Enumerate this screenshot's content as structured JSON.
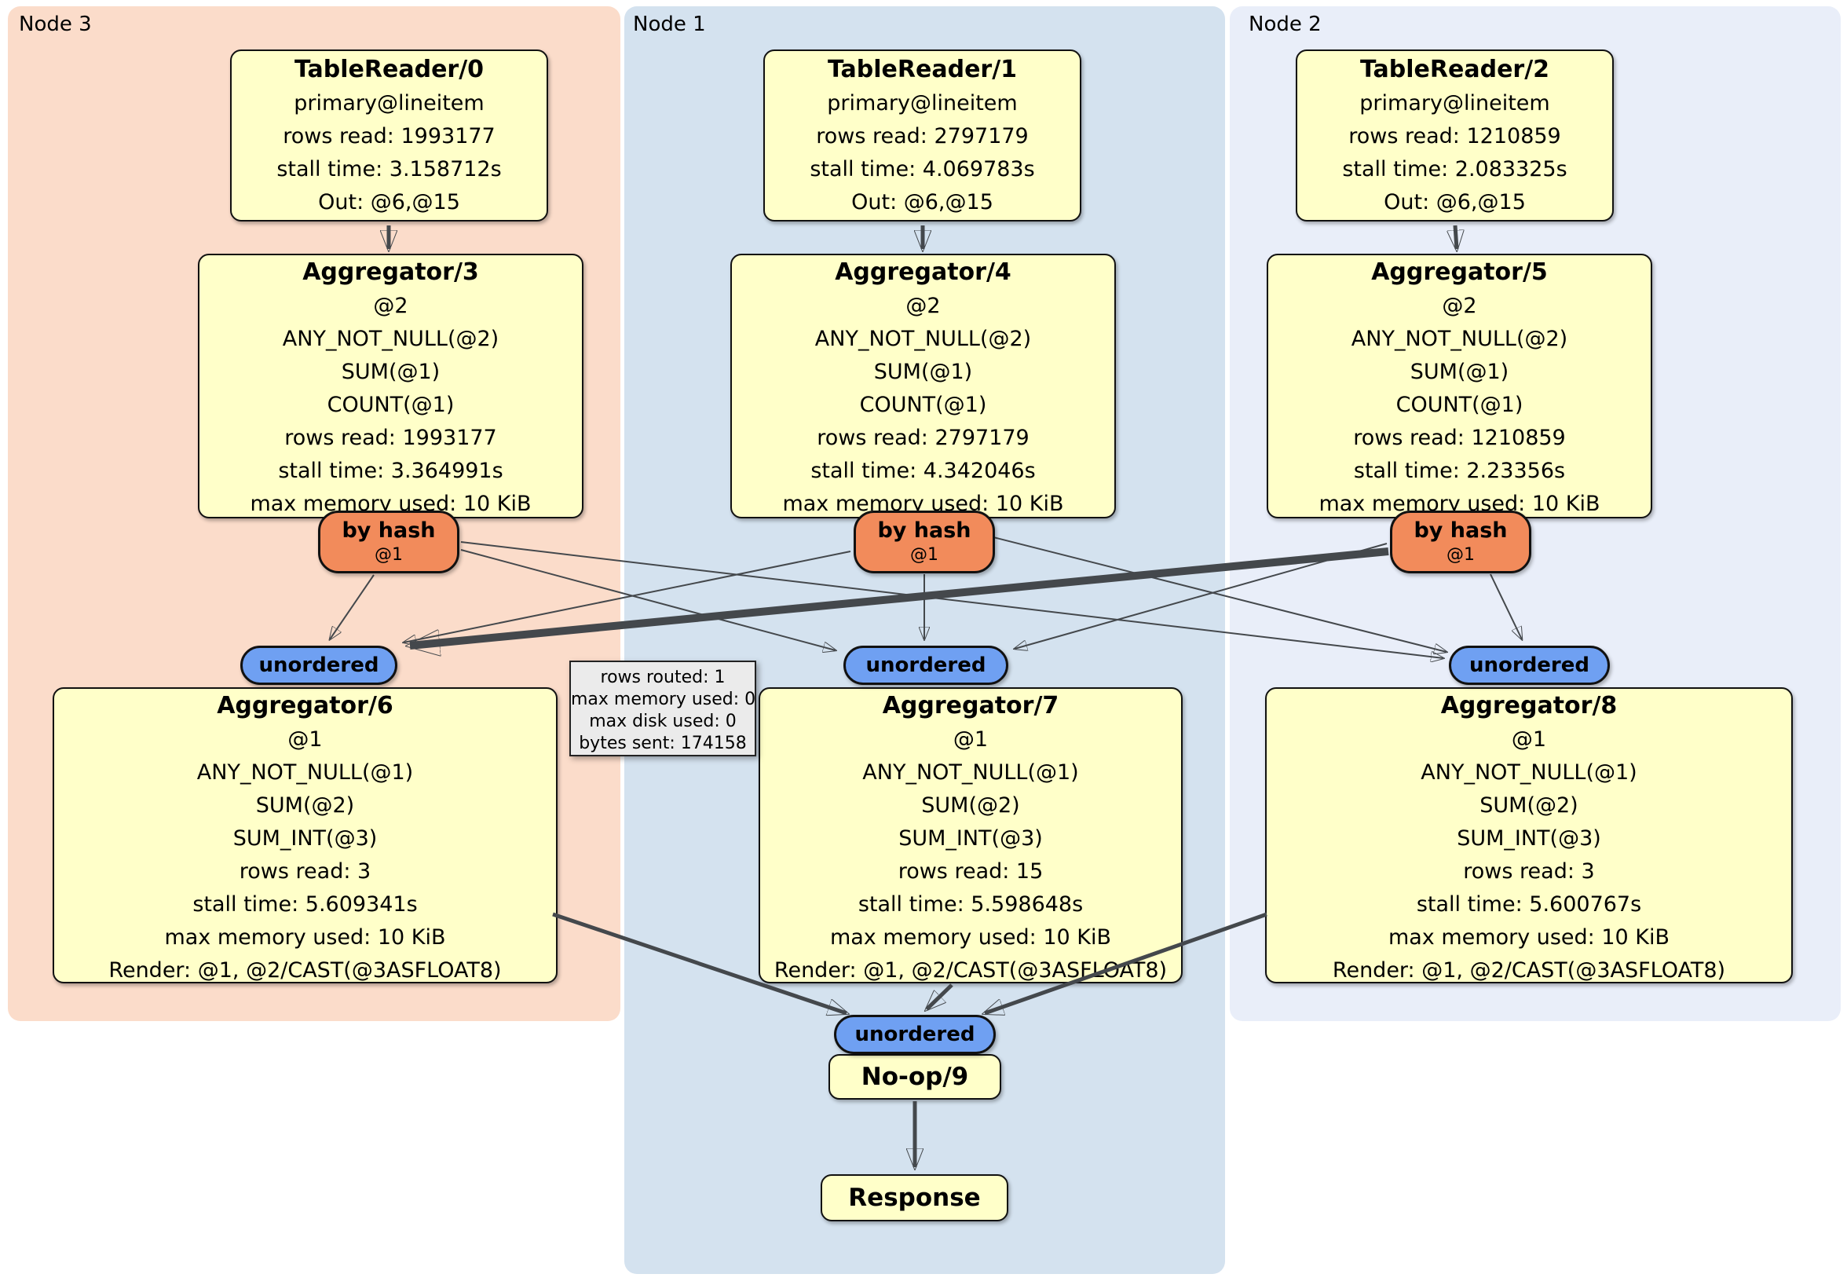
{
  "regions": {
    "node3": {
      "label": "Node 3"
    },
    "node1": {
      "label": "Node 1"
    },
    "node2": {
      "label": "Node 2"
    }
  },
  "processors": {
    "tr0": {
      "title": "TableReader/0",
      "lines": [
        "primary@lineitem",
        "rows read: 1993177",
        "stall time: 3.158712s",
        "Out: @6,@15"
      ]
    },
    "tr1": {
      "title": "TableReader/1",
      "lines": [
        "primary@lineitem",
        "rows read: 2797179",
        "stall time: 4.069783s",
        "Out: @6,@15"
      ]
    },
    "tr2": {
      "title": "TableReader/2",
      "lines": [
        "primary@lineitem",
        "rows read: 1210859",
        "stall time: 2.083325s",
        "Out: @6,@15"
      ]
    },
    "agg3": {
      "title": "Aggregator/3",
      "lines": [
        "@2",
        "ANY_NOT_NULL(@2)",
        "SUM(@1)",
        "COUNT(@1)",
        "rows read: 1993177",
        "stall time: 3.364991s",
        "max memory used: 10 KiB"
      ]
    },
    "agg4": {
      "title": "Aggregator/4",
      "lines": [
        "@2",
        "ANY_NOT_NULL(@2)",
        "SUM(@1)",
        "COUNT(@1)",
        "rows read: 2797179",
        "stall time: 4.342046s",
        "max memory used: 10 KiB"
      ]
    },
    "agg5": {
      "title": "Aggregator/5",
      "lines": [
        "@2",
        "ANY_NOT_NULL(@2)",
        "SUM(@1)",
        "COUNT(@1)",
        "rows read: 1210859",
        "stall time: 2.23356s",
        "max memory used: 10 KiB"
      ]
    },
    "agg6": {
      "title": "Aggregator/6",
      "lines": [
        "@1",
        "ANY_NOT_NULL(@1)",
        "SUM(@2)",
        "SUM_INT(@3)",
        "rows read: 3",
        "stall time: 5.609341s",
        "max memory used: 10 KiB",
        "Render: @1, @2/CAST(@3ASFLOAT8)"
      ]
    },
    "agg7": {
      "title": "Aggregator/7",
      "lines": [
        "@1",
        "ANY_NOT_NULL(@1)",
        "SUM(@2)",
        "SUM_INT(@3)",
        "rows read: 15",
        "stall time: 5.598648s",
        "max memory used: 10 KiB",
        "Render: @1, @2/CAST(@3ASFLOAT8)"
      ]
    },
    "agg8": {
      "title": "Aggregator/8",
      "lines": [
        "@1",
        "ANY_NOT_NULL(@1)",
        "SUM(@2)",
        "SUM_INT(@3)",
        "rows read: 3",
        "stall time: 5.600767s",
        "max memory used: 10 KiB",
        "Render: @1, @2/CAST(@3ASFLOAT8)"
      ]
    },
    "noop": {
      "title": "No-op/9"
    },
    "response": {
      "title": "Response"
    }
  },
  "routers": {
    "hash3": {
      "label": "by hash",
      "detail": "@1"
    },
    "hash4": {
      "label": "by hash",
      "detail": "@1"
    },
    "hash5": {
      "label": "by hash",
      "detail": "@1"
    }
  },
  "streams": {
    "unordered3": {
      "label": "unordered"
    },
    "unordered1": {
      "label": "unordered"
    },
    "unordered2": {
      "label": "unordered"
    },
    "unorderedFinal": {
      "label": "unordered"
    }
  },
  "tooltip": {
    "lines": [
      "rows routed: 1",
      "max memory used: 0",
      "max disk used: 0",
      "bytes sent: 174158"
    ]
  },
  "colors": {
    "node3_bg": "#FBDCCA",
    "node1_bg": "#D4E2EF",
    "node2_bg": "#E9EEF9",
    "processor_bg": "#FFFFC9",
    "router_bg": "#F28B5B",
    "stream_bg": "#6FA0F2",
    "tooltip_bg": "#EBEBEB",
    "edge": "#44484C"
  }
}
